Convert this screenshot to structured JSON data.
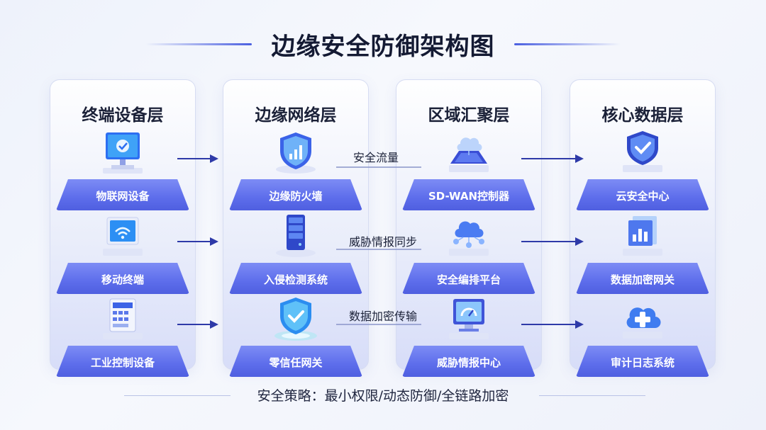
{
  "title": "边缘安全防御架构图",
  "columns": [
    {
      "title": "终端设备层",
      "nodes": [
        {
          "label": "物联网设备",
          "icon": "monitor-shield-icon"
        },
        {
          "label": "移动终端",
          "icon": "wifi-monitor-icon"
        },
        {
          "label": "工业控制设备",
          "icon": "industrial-controller-icon"
        }
      ]
    },
    {
      "title": "边缘网络层",
      "nodes": [
        {
          "label": "边缘防火墙",
          "icon": "shield-chart-icon"
        },
        {
          "label": "入侵检测系统",
          "icon": "server-icon"
        },
        {
          "label": "零信任网关",
          "icon": "shield-check-icon"
        }
      ]
    },
    {
      "title": "区域汇聚层",
      "nodes": [
        {
          "label": "SD-WAN控制器",
          "icon": "cloud-controller-icon"
        },
        {
          "label": "安全编排平台",
          "icon": "cloud-network-icon"
        },
        {
          "label": "威胁情报中心",
          "icon": "monitor-gauge-icon"
        }
      ]
    },
    {
      "title": "核心数据层",
      "nodes": [
        {
          "label": "云安全中心",
          "icon": "shield-check-icon"
        },
        {
          "label": "数据加密网关",
          "icon": "data-panel-icon"
        },
        {
          "label": "审计日志系统",
          "icon": "cloud-plus-icon"
        }
      ]
    }
  ],
  "flows": [
    "安全流量",
    "威胁情报同步",
    "数据加密传输"
  ],
  "footer": "安全策略：最小权限/动态防御/全链路加密",
  "colors": {
    "accent": "#4f5fe0",
    "arrow": "#2e3aa8",
    "title": "#141a33"
  }
}
